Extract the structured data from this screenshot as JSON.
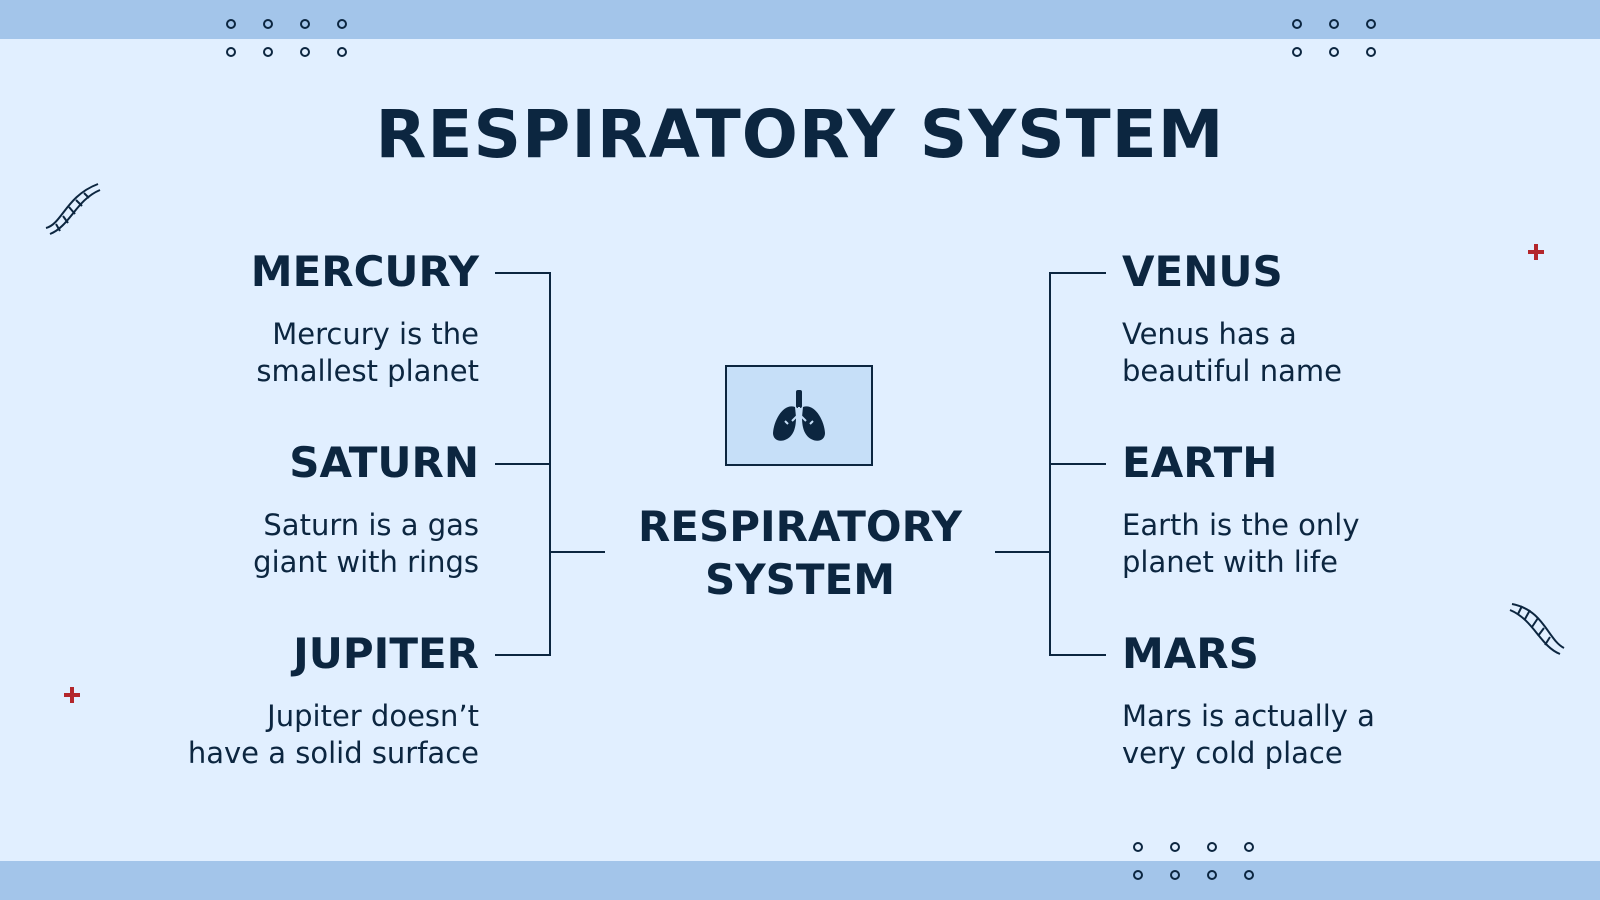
{
  "title": "RESPIRATORY SYSTEM",
  "center": {
    "label_line1": "RESPIRATORY",
    "label_line2": "SYSTEM",
    "icon": "lungs-icon"
  },
  "left_items": [
    {
      "title": "MERCURY",
      "line1": "Mercury is the",
      "line2": "smallest planet"
    },
    {
      "title": "SATURN",
      "line1": "Saturn is a gas",
      "line2": "giant with rings"
    },
    {
      "title": "JUPITER",
      "line1": "Jupiter doesn’t",
      "line2": "have a solid surface"
    }
  ],
  "right_items": [
    {
      "title": "VENUS",
      "line1": "Venus has a",
      "line2": "beautiful name"
    },
    {
      "title": "EARTH",
      "line1": "Earth is the only",
      "line2": "planet with life"
    },
    {
      "title": "MARS",
      "line1": "Mars is actually a",
      "line2": "very cold place"
    }
  ],
  "decorations": [
    "dna-icon",
    "plus-icon",
    "circle-dots"
  ],
  "colors": {
    "background": "#e1efff",
    "band": "#a3c5ea",
    "text": "#0c2640",
    "accent": "#b3262b",
    "box": "#c6dff8"
  }
}
